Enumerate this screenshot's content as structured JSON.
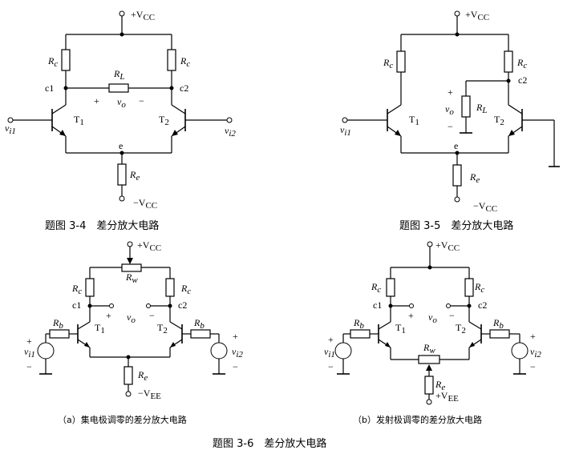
{
  "captions": {
    "fig34": "题图 3-4　差分放大电路",
    "fig35": "题图 3-5　差分放大电路",
    "fig36a": "（a）集电极调零的差分放大电路",
    "fig36b": "（b）发射极调零的差分放大电路",
    "fig36": "题图 3-6　差分放大电路"
  },
  "labels": {
    "vcc_plus": "+V",
    "vcc_minus": "−V",
    "vee_minus": "−V",
    "vee_plus": "+V",
    "sub_cc": "CC",
    "sub_ee": "EE",
    "R": "R",
    "sub_c": "c",
    "sub_e": "e",
    "sub_L": "L",
    "sub_w": "w",
    "sub_b": "b",
    "c1": "c1",
    "c2": "c2",
    "e": "e",
    "T": "T",
    "sub_1": "1",
    "sub_2": "2",
    "v": "v",
    "sub_o": "o",
    "sub_i1": "i1",
    "sub_i2": "i2",
    "plus": "+",
    "minus": "−"
  }
}
